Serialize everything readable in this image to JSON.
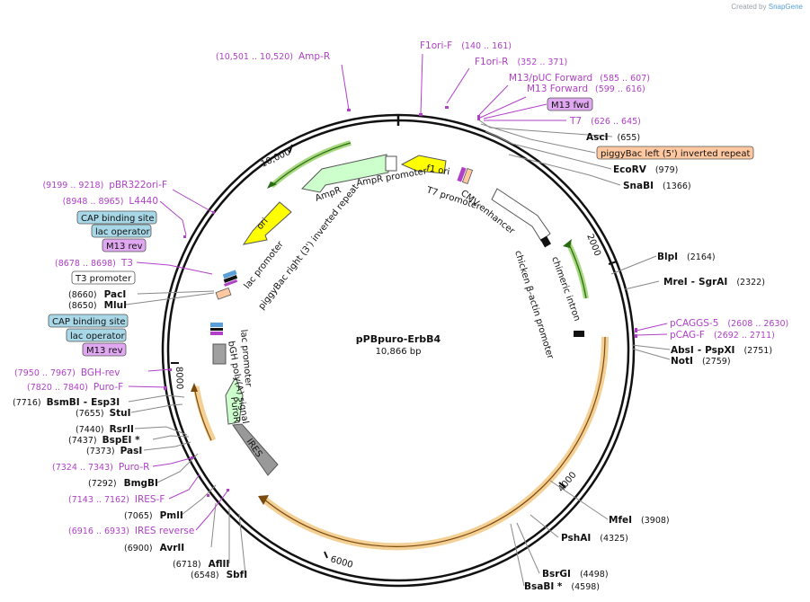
{
  "credit": {
    "prefix": "Created by",
    "brand": "SnapGene"
  },
  "plasmid": {
    "name": "pPBpuro-ErbB4",
    "size": "10,866 bp"
  },
  "ticks": [
    "10,000",
    "2000",
    "4000",
    "6000",
    "8000"
  ],
  "primers_top": [
    {
      "name": "Amp-R",
      "pos": "(10,501 .. 10,520)"
    },
    {
      "name": "F1ori-F",
      "pos": "(140 .. 161)"
    },
    {
      "name": "F1ori-R",
      "pos": "(352 .. 371)"
    },
    {
      "name": "M13/pUC Forward",
      "pos": "(585 .. 607)"
    },
    {
      "name": "M13 Forward",
      "pos": "(599 .. 616)"
    },
    {
      "name": "M13 fwd"
    },
    {
      "name": "T7",
      "pos": "(626 .. 645)"
    }
  ],
  "right_sites": [
    {
      "name": "AscI",
      "pos": "(655)"
    },
    {
      "name": "piggyBac left (5') inverted repeat"
    },
    {
      "name": "EcoRV",
      "pos": "(979)"
    },
    {
      "name": "SnaBI",
      "pos": "(1366)"
    },
    {
      "name": "BlpI",
      "pos": "(2164)"
    },
    {
      "name": "MreI",
      "name2": "SgrAI",
      "pos": "(2322)"
    },
    {
      "name": "pCAGGS-5",
      "pos": "(2608 .. 2630)"
    },
    {
      "name": "pCAG-F",
      "pos": "(2692 .. 2711)"
    },
    {
      "name": "AbsI",
      "name2": "PspXI",
      "pos": "(2751)"
    },
    {
      "name": "NotI",
      "pos": "(2759)"
    },
    {
      "name": "MfeI",
      "pos": "(3908)"
    },
    {
      "name": "PshAI",
      "pos": "(4325)"
    },
    {
      "name": "BsrGI",
      "pos": "(4498)"
    },
    {
      "name": "BsaBI *",
      "pos": "(4598)"
    }
  ],
  "left_sites": [
    {
      "name": "pBR322ori-F",
      "pos": "(9199 .. 9218)"
    },
    {
      "name": "L4440",
      "pos": "(8948 .. 8965)"
    },
    {
      "name": "CAP binding site"
    },
    {
      "name": "lac operator"
    },
    {
      "name": "M13 rev"
    },
    {
      "name": "T3",
      "pos": "(8678 .. 8698)"
    },
    {
      "name": "T3 promoter"
    },
    {
      "name": "PacI",
      "pos": "(8660)"
    },
    {
      "name": "MluI",
      "pos": "(8650)"
    },
    {
      "name": "CAP binding site"
    },
    {
      "name": "lac operator"
    },
    {
      "name": "M13 rev"
    },
    {
      "name": "BGH-rev",
      "pos": "(7950 .. 7967)"
    },
    {
      "name": "Puro-F",
      "pos": "(7820 .. 7840)"
    },
    {
      "name": "BsmBI",
      "name2": "Esp3I",
      "pos": "(7716)"
    },
    {
      "name": "StuI",
      "pos": "(7655)"
    },
    {
      "name": "RsrII",
      "pos": "(7440)"
    },
    {
      "name": "BspEI *",
      "pos": "(7437)"
    },
    {
      "name": "PasI",
      "pos": "(7373)"
    },
    {
      "name": "Puro-R",
      "pos": "(7324 .. 7343)"
    },
    {
      "name": "BmgBI",
      "pos": "(7292)"
    },
    {
      "name": "IRES-F",
      "pos": "(7143 .. 7162)"
    },
    {
      "name": "PmlI",
      "pos": "(7065)"
    },
    {
      "name": "IRES reverse",
      "pos": "(6916 .. 6933)"
    },
    {
      "name": "AvrII",
      "pos": "(6900)"
    },
    {
      "name": "AflII",
      "pos": "(6718)"
    },
    {
      "name": "SbfI",
      "pos": "(6548)"
    }
  ],
  "features": {
    "f1_ori": "f1 ori",
    "ampr": "AmpR",
    "ampr_promoter": "AmpR promoter",
    "ori": "ori",
    "lac_promoter_top": "lac promoter",
    "piggybac_right": "piggyBac right (3') inverted repeat",
    "t7_promoter": "T7 promoter",
    "cmv_enhancer": "CMV enhancer",
    "chicken_promoter": "chicken β-actin promoter",
    "chimeric_intron": "chimeric intron",
    "lac_promoter_bottom": "lac promoter",
    "bgh": "bGH poly(A) signal",
    "puror": "PuroR",
    "ires": "IRES"
  },
  "colors": {
    "primer": "#b040c8",
    "yellow": "#ffff00",
    "green_fill": "#ccffcc",
    "cds_orange": "#f0c070",
    "peach": "#ffc8a0",
    "cyan_box": "#a8d8e8",
    "purple_box": "#e0a8f0"
  }
}
